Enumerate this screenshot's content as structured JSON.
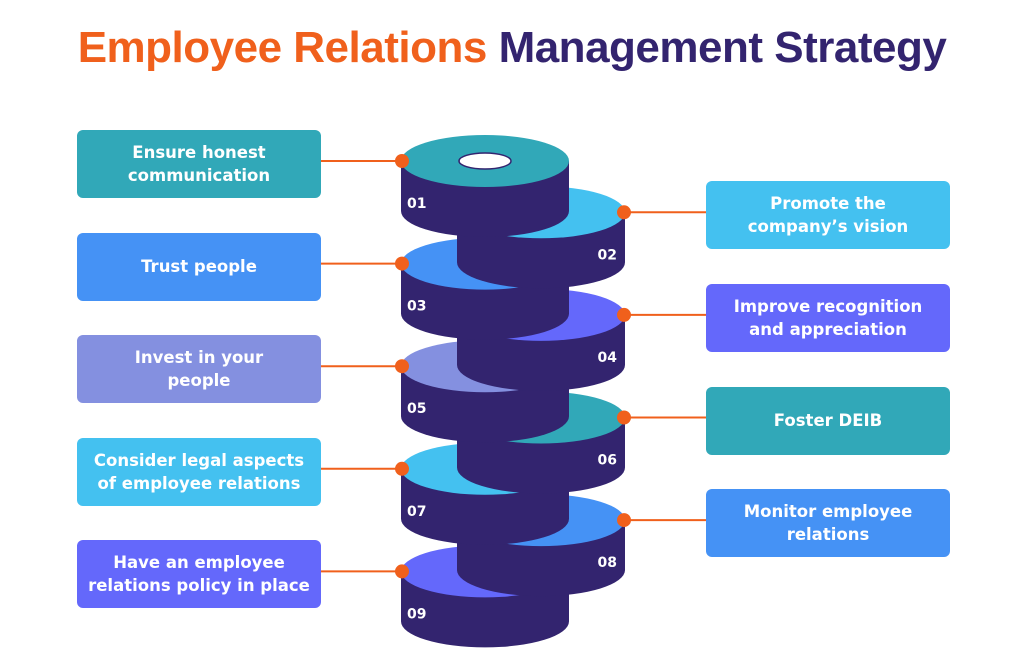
{
  "title": {
    "part1": "Employee Relations",
    "part2": "Management Strategy",
    "part1_color": "#f0601c",
    "part2_color": "#33246f"
  },
  "colors": {
    "disk_body": "#33246f",
    "connector": "#f0601c"
  },
  "steps": [
    {
      "number": "01",
      "label": "Ensure honest communication",
      "side": "left",
      "color": "#31a8b8"
    },
    {
      "number": "02",
      "label": "Promote the company’s vision",
      "side": "right",
      "color": "#44c1f0"
    },
    {
      "number": "03",
      "label": "Trust people",
      "side": "left",
      "color": "#4592f5"
    },
    {
      "number": "04",
      "label": "Improve recognition and appreciation",
      "side": "right",
      "color": "#6468fb"
    },
    {
      "number": "05",
      "label": "Invest in your people",
      "side": "left",
      "color": "#8490e0"
    },
    {
      "number": "06",
      "label": "Foster DEIB",
      "side": "right",
      "color": "#31a8b8"
    },
    {
      "number": "07",
      "label": "Consider legal aspects of employee relations",
      "side": "left",
      "color": "#44c1f0"
    },
    {
      "number": "08",
      "label": "Monitor employee relations",
      "side": "right",
      "color": "#4592f5"
    },
    {
      "number": "09",
      "label": "Have an employee relations policy in place",
      "side": "left",
      "color": "#6468fb"
    }
  ]
}
